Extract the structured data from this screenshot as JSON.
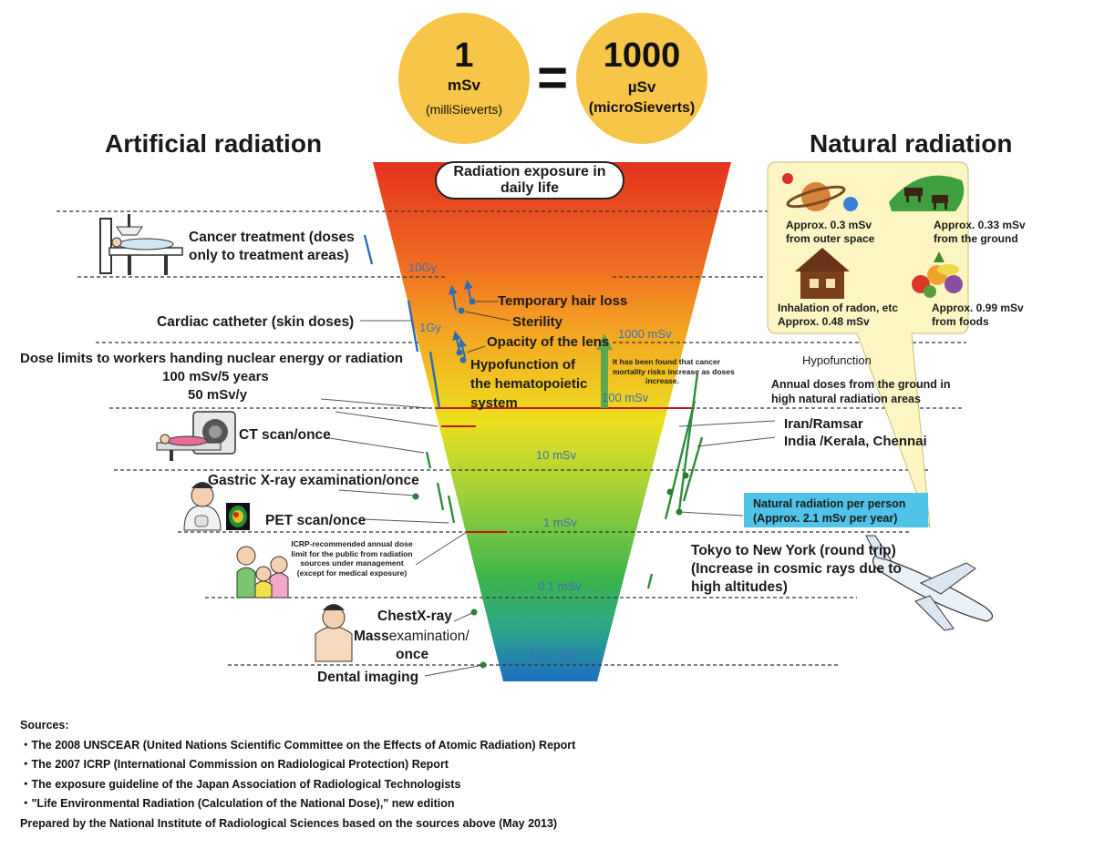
{
  "units": {
    "left_value": "1",
    "left_unit": "mSv",
    "left_name": "(milliSieverts)",
    "equals": "=",
    "right_value": "1000",
    "right_unit": "µSv",
    "right_name": "(microSieverts)"
  },
  "headings": {
    "artificial": "Artificial radiation",
    "natural": "Natural radiation"
  },
  "funnel": {
    "title_line1": "Radiation exposure in",
    "title_line2": "daily life",
    "scale": [
      "10Gy",
      "1Gy",
      "1000 mSv",
      "100 mSv",
      "10 mSv",
      "1 mSv",
      "0.1 mSv",
      "0.01 mSv"
    ],
    "effects": [
      "Temporary hair loss",
      "Sterility",
      "Opacity of the lens",
      "Hypofunction of",
      "the hematopoietic",
      "system"
    ],
    "cancer_note": [
      "It has been found that cancer",
      "mortality risks increase as doses",
      "increase."
    ],
    "colors": {
      "top": "#e8321e",
      "orange": "#f39a1f",
      "yellow": "#e9e41c",
      "green": "#39b54a",
      "bottom": "#1e6fbf"
    }
  },
  "artificial": {
    "cancer_treatment": [
      "Cancer treatment (doses",
      "only to treatment areas)"
    ],
    "cardiac": "Cardiac catheter (skin doses)",
    "dose_limits": [
      "Dose limits to workers handing nuclear energy or radiation",
      "100 mSv/5 years",
      "50 mSv/y"
    ],
    "ct": "CT scan/once",
    "gastric": "Gastric X-ray examination/once",
    "pet": "PET scan/once",
    "icrp": [
      "ICRP-recommended annual dose",
      "limit for the public from radiation",
      "sources under management",
      "(except for medical exposure)"
    ],
    "chest_1": "ChestX-ray",
    "chest_2a": "Mass",
    "chest_2b": "examination/",
    "chest_3": "once",
    "dental": "Dental imaging"
  },
  "natural": {
    "space": [
      "Approx. 0.3 mSv",
      "from outer space"
    ],
    "ground": [
      "Approx. 0.33 mSv",
      "from the ground"
    ],
    "radon": [
      "Inhalation of radon, etc",
      "Approx. 0.48 mSv"
    ],
    "foods": [
      "Approx. 0.99 mSv",
      "from foods"
    ],
    "hypofunction": "Hypofunction",
    "annual": [
      "Annual doses from the ground in",
      "high natural radiation areas"
    ],
    "areas": [
      "Iran/Ramsar",
      "India /Kerala, Chennai"
    ],
    "per_person": [
      "Natural radiation per person",
      "(Approx. 2.1 mSv per year)"
    ],
    "flight": [
      "Tokyo to New York (round trip)",
      "(Increase in cosmic rays due to",
      "high altitudes)"
    ],
    "colors": {
      "circle": "#f7c548",
      "bubble": "#fdf6c3",
      "box": "#4fc3e8"
    }
  },
  "sources": [
    "Sources:",
    "・The 2008 UNSCEAR (United Nations Scientific Committee on the Effects of Atomic Radiation) Report",
    "・The 2007 ICRP (International Commission on Radiological Protection) Report",
    "・The exposure guideline of the Japan Association of Radiological Technologists",
    "・\"Life Environmental Radiation (Calculation of the National Dose),\" new edition",
    "Prepared by the National Institute of Radiological Sciences based on the sources above (May 2013)"
  ]
}
